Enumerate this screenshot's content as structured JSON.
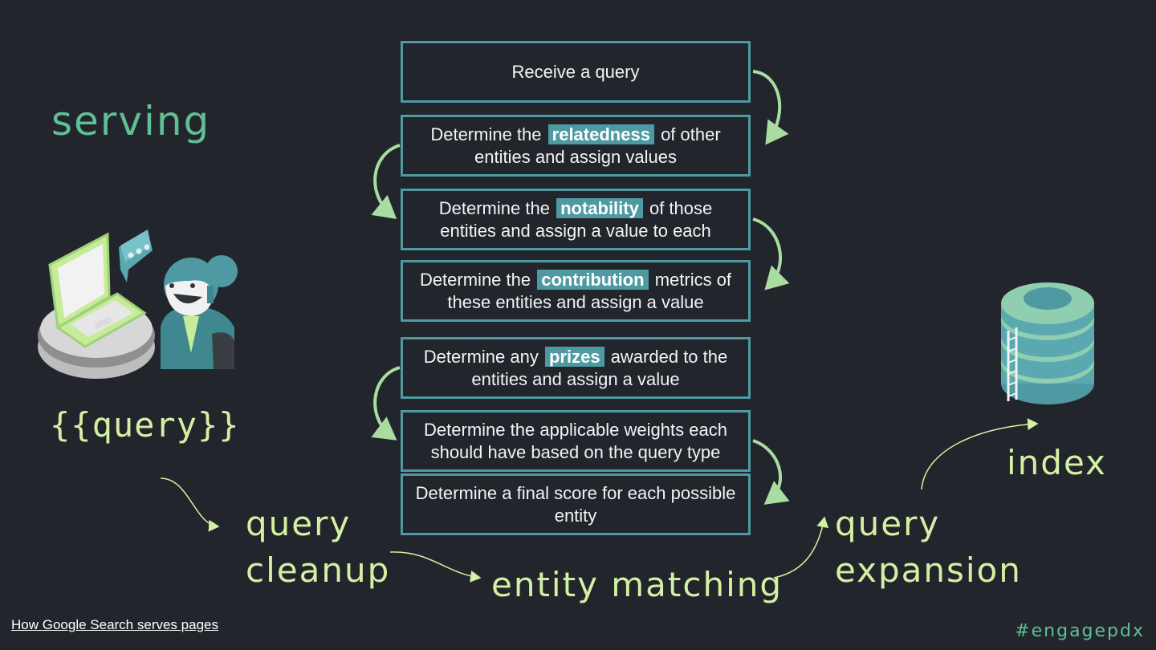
{
  "slide": {
    "title": "serving",
    "query_template": "{{query}}",
    "hashtag": "#engagepdx",
    "source_link": "How Google Search serves pages"
  },
  "flow": {
    "query_cleanup": [
      "query",
      "cleanup"
    ],
    "entity_matching": "entity matching",
    "query_expansion": [
      "query",
      "expansion"
    ],
    "index": "index"
  },
  "steps": [
    {
      "before": "Receive a query",
      "highlight": "",
      "after": ""
    },
    {
      "before": "Determine the",
      "highlight": "relatedness",
      "after": "of other entities and assign values"
    },
    {
      "before": "Determine the",
      "highlight": "notability",
      "after": "of those entities and assign a value to each"
    },
    {
      "before": "Determine the",
      "highlight": "contribution",
      "after": "metrics of these entities and assign a value"
    },
    {
      "before": "Determine any",
      "highlight": "prizes",
      "after": "awarded to the entities and assign a value"
    },
    {
      "before": "Determine the applicable weights each should have based on the query type",
      "highlight": "",
      "after": ""
    },
    {
      "before": "Determine a final score for each possible entity",
      "highlight": "",
      "after": ""
    }
  ],
  "colors": {
    "background": "#22262c",
    "teal": "#4f9aa2",
    "green": "#5fbf95",
    "lime": "#d4f0a4",
    "arrow": "#a8dca0"
  },
  "icons": [
    "laptop-icon",
    "chat-bubble-icon",
    "person-icon",
    "database-icon"
  ]
}
